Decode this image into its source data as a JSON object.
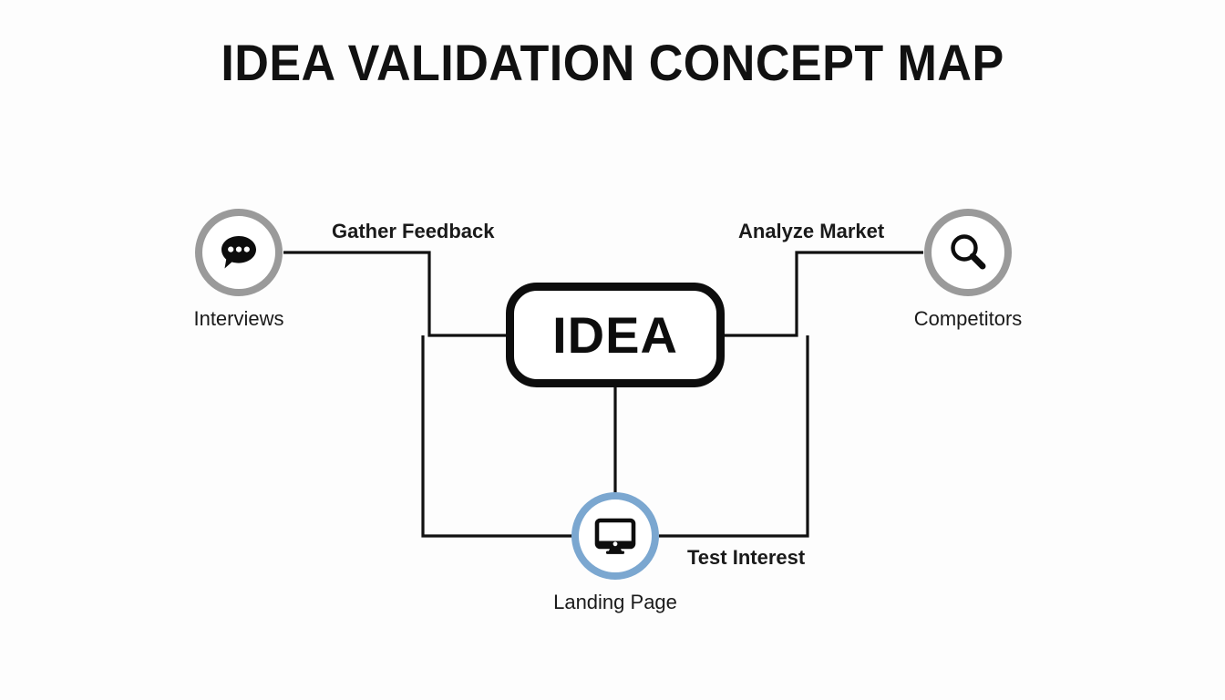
{
  "page": {
    "title": "IDEA VALIDATION CONCEPT MAP",
    "background_color": "#fdfdfd"
  },
  "colors": {
    "line": "#111111",
    "text": "#1a1a1a",
    "ring_gray": "#9a9a9a",
    "ring_blue": "#7ba7d0",
    "node_border": "#0d0d0d"
  },
  "center_node": {
    "label": "IDEA",
    "shape": "rounded-rectangle",
    "border_color": "#0d0d0d"
  },
  "nodes": [
    {
      "id": "interviews",
      "label": "Interviews",
      "icon": "speech-bubble-icon",
      "ring_color": "#9a9a9a",
      "position": "top-left"
    },
    {
      "id": "competitors",
      "label": "Competitors",
      "icon": "magnifier-icon",
      "ring_color": "#9a9a9a",
      "position": "top-right"
    },
    {
      "id": "landing-page",
      "label": "Landing Page",
      "icon": "monitor-icon",
      "ring_color": "#7ba7d0",
      "position": "bottom-center"
    }
  ],
  "edges": [
    {
      "id": "gather-feedback",
      "label": "Gather Feedback",
      "from": "interviews",
      "to": "idea"
    },
    {
      "id": "analyze-market",
      "label": "Analyze Market",
      "from": "competitors",
      "to": "idea"
    },
    {
      "id": "test-interest",
      "label": "Test Interest",
      "from": "landing-page",
      "to": "idea"
    }
  ]
}
